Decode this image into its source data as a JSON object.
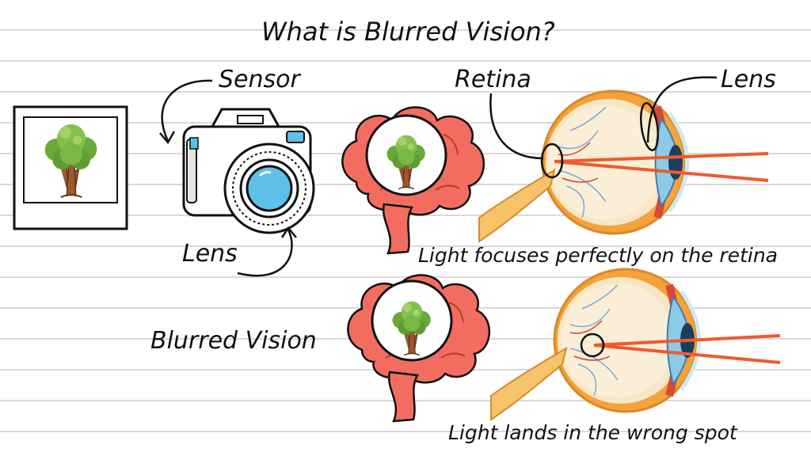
{
  "title": "What is Blurred Vision?",
  "labels": {
    "sensor": "Sensor",
    "lens_camera": "Lens",
    "retina": "Retina",
    "lens_eye": "Lens",
    "focus_caption": "Light focuses perfectly on the retina",
    "blurred": "Blurred Vision",
    "wrong_caption": "Light lands in the wrong spot"
  },
  "colors": {
    "brain": "#f26d60",
    "light_ray": "#ef5a2e",
    "lens_blue": "#5cc0e8",
    "tree_green": "#76b043",
    "trunk": "#9b5a2e",
    "eye_white": "#f7e7c6",
    "eye_orange": "#f5a23a"
  }
}
